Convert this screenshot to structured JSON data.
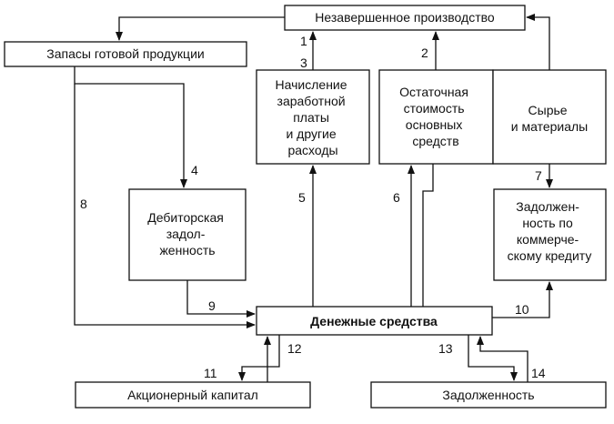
{
  "boxes": {
    "wip": "Незавершенное производство",
    "finished_goods": "Запасы готовой продукции",
    "wages": [
      "Начисление",
      "заработной",
      "платы",
      "и другие",
      "расходы"
    ],
    "residual": [
      "Остаточная",
      "стоимость",
      "основных",
      "средств"
    ],
    "materials": [
      "Сырье",
      "и материалы"
    ],
    "receivables": [
      "Дебиторская",
      "задол-",
      "женность"
    ],
    "commercial_debt": [
      "Задолжен-",
      "ность по",
      "коммерче-",
      "скому кредиту"
    ],
    "cash": "Денежные средства",
    "equity": "Акционерный капитал",
    "debt": "Задолженность"
  },
  "flows": [
    "1",
    "2",
    "3",
    "4",
    "5",
    "6",
    "7",
    "8",
    "9",
    "10",
    "11",
    "12",
    "13",
    "14"
  ],
  "colors": {
    "stroke": "#111111",
    "background": "#ffffff"
  }
}
